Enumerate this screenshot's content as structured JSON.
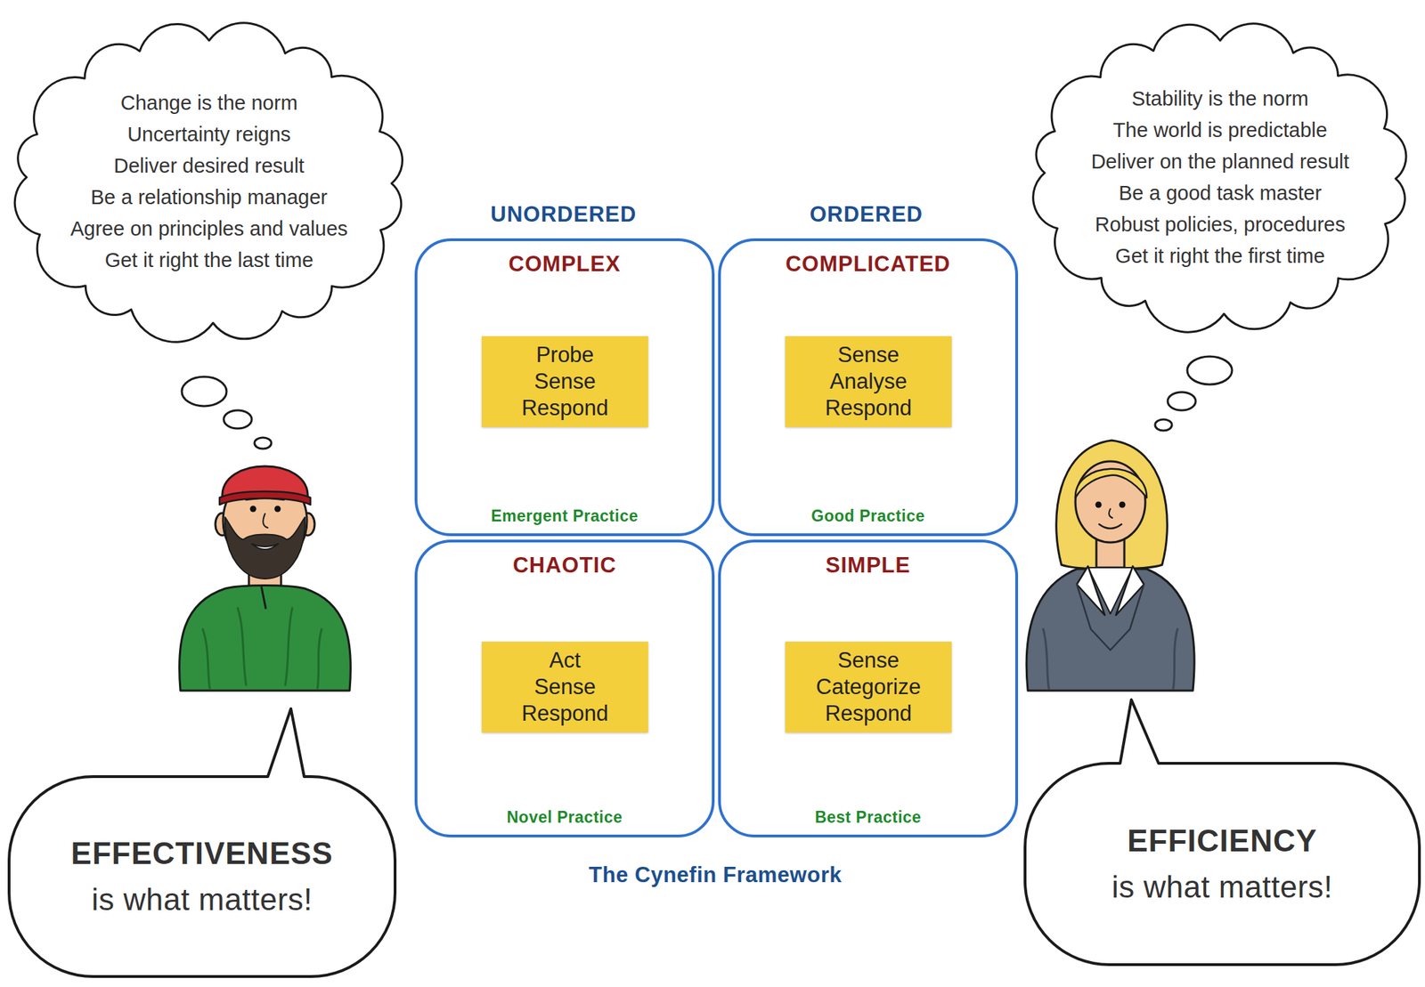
{
  "diagram": {
    "caption": "The Cynefin Framework",
    "nodes": [
      {
        "text": [
          "Change is the norm",
          "Uncertainty reigns",
          "Deliver desired result",
          "Be a relationship manager",
          "Agree on principles and values",
          "Get it right the last time"
        ]
      },
      {
        "text": [
          "Stability is the norm",
          "The world is predictable",
          "Deliver on the planned result",
          "Be a good task master",
          "Robust policies, procedures",
          "Get it right the first time"
        ]
      },
      {
        "text": [
          "COMPLEX",
          "Emergent Practice"
        ]
      },
      {
        "text": [
          "Probe Sense Respond"
        ],
        "in": 2
      },
      {
        "text": [
          "COMPLICATED",
          "Good Practice"
        ]
      },
      {
        "text": [
          "Sense Analyse Respond"
        ],
        "in": 4
      },
      {
        "text": [
          "CHAOTIC",
          "Novel Practice"
        ]
      },
      {
        "text": [
          "Act Sense Respond"
        ],
        "in": 6
      },
      {
        "text": [
          "SIMPLE",
          "Best Practice"
        ]
      },
      {
        "text": [
          "Sense Categorize Respond"
        ],
        "in": 8
      },
      {
        "text": [
          "EFFECTIVENESS",
          "is what matters!"
        ]
      },
      {
        "text": [
          "EFFICIENCY",
          "is what matters!"
        ]
      }
    ],
    "labels": [
      "UNORDERED",
      "ORDERED"
    ]
  }
}
